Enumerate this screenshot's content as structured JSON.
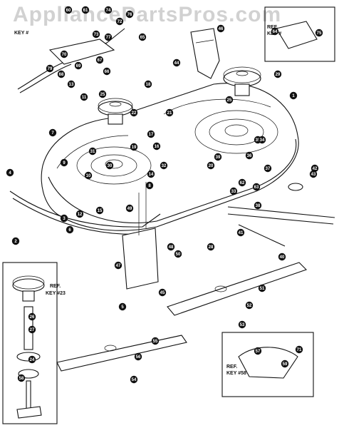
{
  "watermark": "AppliancePartsPros.com",
  "callouts": [
    {
      "id": "c1",
      "text": "60"
    },
    {
      "id": "c2",
      "text": "61"
    },
    {
      "id": "c3",
      "text": "74"
    },
    {
      "id": "c4",
      "text": "76"
    },
    {
      "id": "c5",
      "text": "72"
    },
    {
      "id": "c6",
      "text": "65"
    },
    {
      "id": "c7",
      "text": "77"
    },
    {
      "id": "c8",
      "text": "73"
    },
    {
      "id": "c9",
      "text": "75"
    },
    {
      "id": "c10",
      "text": "79"
    },
    {
      "id": "c11",
      "text": "44"
    },
    {
      "id": "c12",
      "text": "46"
    },
    {
      "id": "c13",
      "text": "29"
    },
    {
      "id": "c14",
      "text": "1"
    },
    {
      "id": "c15",
      "text": "18"
    },
    {
      "id": "c16",
      "text": "25"
    },
    {
      "id": "c17",
      "text": "25"
    },
    {
      "id": "c18",
      "text": "22"
    },
    {
      "id": "c19",
      "text": "17"
    },
    {
      "id": "c20",
      "text": "7"
    },
    {
      "id": "c21",
      "text": "9"
    },
    {
      "id": "c22",
      "text": "4"
    },
    {
      "id": "c23",
      "text": "3"
    },
    {
      "id": "c24",
      "text": "2"
    },
    {
      "id": "c25",
      "text": "6"
    },
    {
      "id": "c26",
      "text": "12"
    },
    {
      "id": "c27",
      "text": "15"
    },
    {
      "id": "c28",
      "text": "49"
    },
    {
      "id": "c29",
      "text": "47"
    },
    {
      "id": "c30",
      "text": "50"
    },
    {
      "id": "c31",
      "text": "48"
    },
    {
      "id": "c32",
      "text": "45"
    },
    {
      "id": "c33",
      "text": "5"
    },
    {
      "id": "c34",
      "text": "51"
    },
    {
      "id": "c35",
      "text": "52"
    },
    {
      "id": "c36",
      "text": "53"
    },
    {
      "id": "c37",
      "text": "54"
    },
    {
      "id": "c38",
      "text": "40"
    },
    {
      "id": "c39",
      "text": "41"
    },
    {
      "id": "c40",
      "text": "42"
    },
    {
      "id": "c41",
      "text": "38"
    },
    {
      "id": "c42",
      "text": "37"
    },
    {
      "id": "c43",
      "text": "35"
    },
    {
      "id": "c44",
      "text": "34"
    },
    {
      "id": "c45",
      "text": "28"
    },
    {
      "id": "c46",
      "text": "33"
    },
    {
      "id": "c47",
      "text": "26"
    },
    {
      "id": "c48",
      "text": "27"
    },
    {
      "id": "c49",
      "text": "24"
    },
    {
      "id": "c50",
      "text": "55"
    },
    {
      "id": "c51",
      "text": "56"
    },
    {
      "id": "c52",
      "text": "57"
    },
    {
      "id": "c53",
      "text": "69"
    },
    {
      "id": "c54",
      "text": "70"
    },
    {
      "id": "c55",
      "text": "11"
    },
    {
      "id": "c56",
      "text": "13"
    },
    {
      "id": "c57",
      "text": "62"
    },
    {
      "id": "c58",
      "text": "63"
    },
    {
      "id": "c59",
      "text": "43"
    },
    {
      "id": "c60",
      "text": "21"
    },
    {
      "id": "c61",
      "text": "31"
    },
    {
      "id": "c62",
      "text": "30"
    },
    {
      "id": "c63",
      "text": "14"
    },
    {
      "id": "c64",
      "text": "10"
    },
    {
      "id": "c65",
      "text": "16"
    },
    {
      "id": "c66",
      "text": "19"
    },
    {
      "id": "c67",
      "text": "20"
    },
    {
      "id": "c68",
      "text": "39"
    },
    {
      "id": "c69",
      "text": "32"
    },
    {
      "id": "c70",
      "text": "36"
    },
    {
      "id": "c71",
      "text": "8"
    },
    {
      "id": "c72",
      "text": "64"
    },
    {
      "id": "c73",
      "text": "68"
    },
    {
      "id": "c74",
      "text": "66"
    },
    {
      "id": "c75",
      "text": "67"
    },
    {
      "id": "c76",
      "text": "58"
    },
    {
      "id": "c77",
      "text": "59"
    },
    {
      "id": "c78",
      "text": "71"
    }
  ],
  "refs": {
    "top_left": "KEY #",
    "top_right_ref": "REF.",
    "top_right_key": "KEY #",
    "left_spindle_ref": "REF.",
    "left_spindle_key": "KEY #23",
    "bottom_right_ref": "REF.",
    "bottom_right_key": "KEY #58"
  }
}
